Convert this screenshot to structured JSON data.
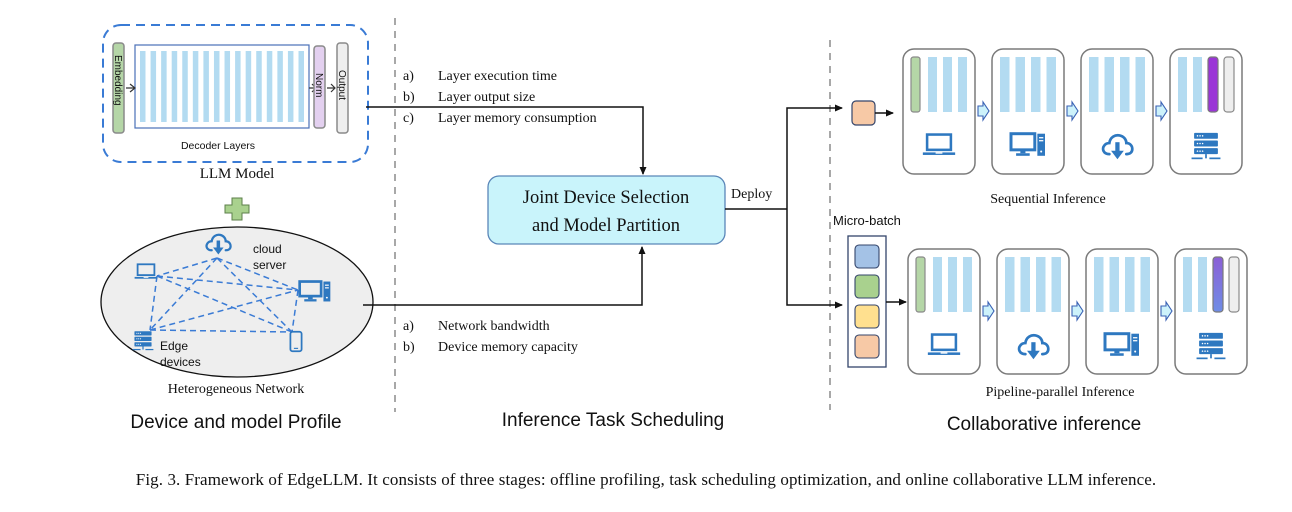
{
  "figure": {
    "caption": "Fig. 3.  Framework of EdgeLLM. It consists of three stages: offline profiling, task scheduling optimization, and online collaborative LLM inference."
  },
  "stages": {
    "profile": {
      "title": "Device and model Profile",
      "llm_model": {
        "label": "LLM Model",
        "embedding": "Embedding",
        "decoder_layers": "Decoder Layers",
        "decoder_layer_count": 16,
        "norm": "Norm",
        "output": "Output"
      },
      "network": {
        "label": "Heterogeneous Network",
        "cloud_label_1": "cloud",
        "cloud_label_2": "server",
        "edge_label_1": "Edge",
        "edge_label_2": "devices"
      }
    },
    "scheduling": {
      "title": "Inference Task Scheduling",
      "model_metrics": [
        {
          "marker": "a)",
          "text": "Layer execution time"
        },
        {
          "marker": "b)",
          "text": "Layer output size"
        },
        {
          "marker": "c)",
          "text": "Layer memory consumption"
        }
      ],
      "network_metrics": [
        {
          "marker": "a)",
          "text": "Network bandwidth"
        },
        {
          "marker": "b)",
          "text": "Device memory capacity"
        }
      ],
      "optimizer_line1": "Joint Device Selection",
      "optimizer_line2": "and Model Partition",
      "deploy_label": "Deploy"
    },
    "inference": {
      "title": "Collaborative inference",
      "sequential": {
        "label": "Sequential Inference",
        "devices": [
          "laptop",
          "desktop",
          "cloud",
          "server"
        ]
      },
      "pipeline": {
        "label": "Pipeline-parallel Inference",
        "micro_batch_label": "Micro-batch",
        "devices": [
          "laptop",
          "cloud",
          "desktop",
          "server"
        ]
      }
    }
  },
  "colors": {
    "layer": "#b3dbf1",
    "embedding": "#b5d6a7",
    "norm": "#e3d0ef",
    "output": "#eeeeee",
    "icon_blue": "#2e78c0",
    "dash_blue": "#3a7bd5",
    "optimizer_fill": "#c9f4fb",
    "optimizer_stroke": "#5a86b8",
    "token": "#f7c9a6",
    "mb_blue": "#a4c2e6",
    "mb_green": "#a9d18e",
    "mb_yellow": "#ffe08f",
    "mb_orange": "#f7c9a6",
    "arrow_fill": "#cdf2fb",
    "purple_seq": "#9a35d6",
    "plus": "#a9d18e"
  }
}
